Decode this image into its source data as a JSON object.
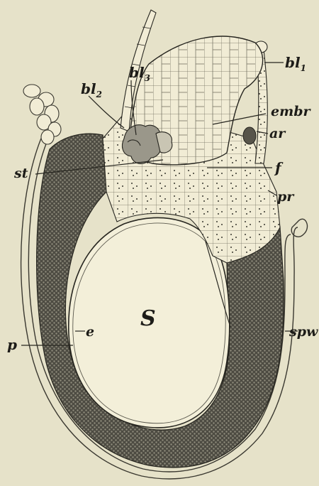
{
  "labels": {
    "bl1": {
      "main": "bl",
      "sub": "1"
    },
    "bl2": {
      "main": "bl",
      "sub": "2"
    },
    "bl3": {
      "main": "bl",
      "sub": "3"
    },
    "embr": "embr",
    "ar": "ar",
    "st": "st",
    "f": "f",
    "pr": "pr",
    "S": "S",
    "p": "p",
    "e": "e",
    "spw": "spw"
  },
  "colors": {
    "paper": "#e6e2c9",
    "ink": "#26251f",
    "sac_wall": "#4d4b42",
    "tissue": "#f1ecd5",
    "cavity": "#f3efd9"
  }
}
